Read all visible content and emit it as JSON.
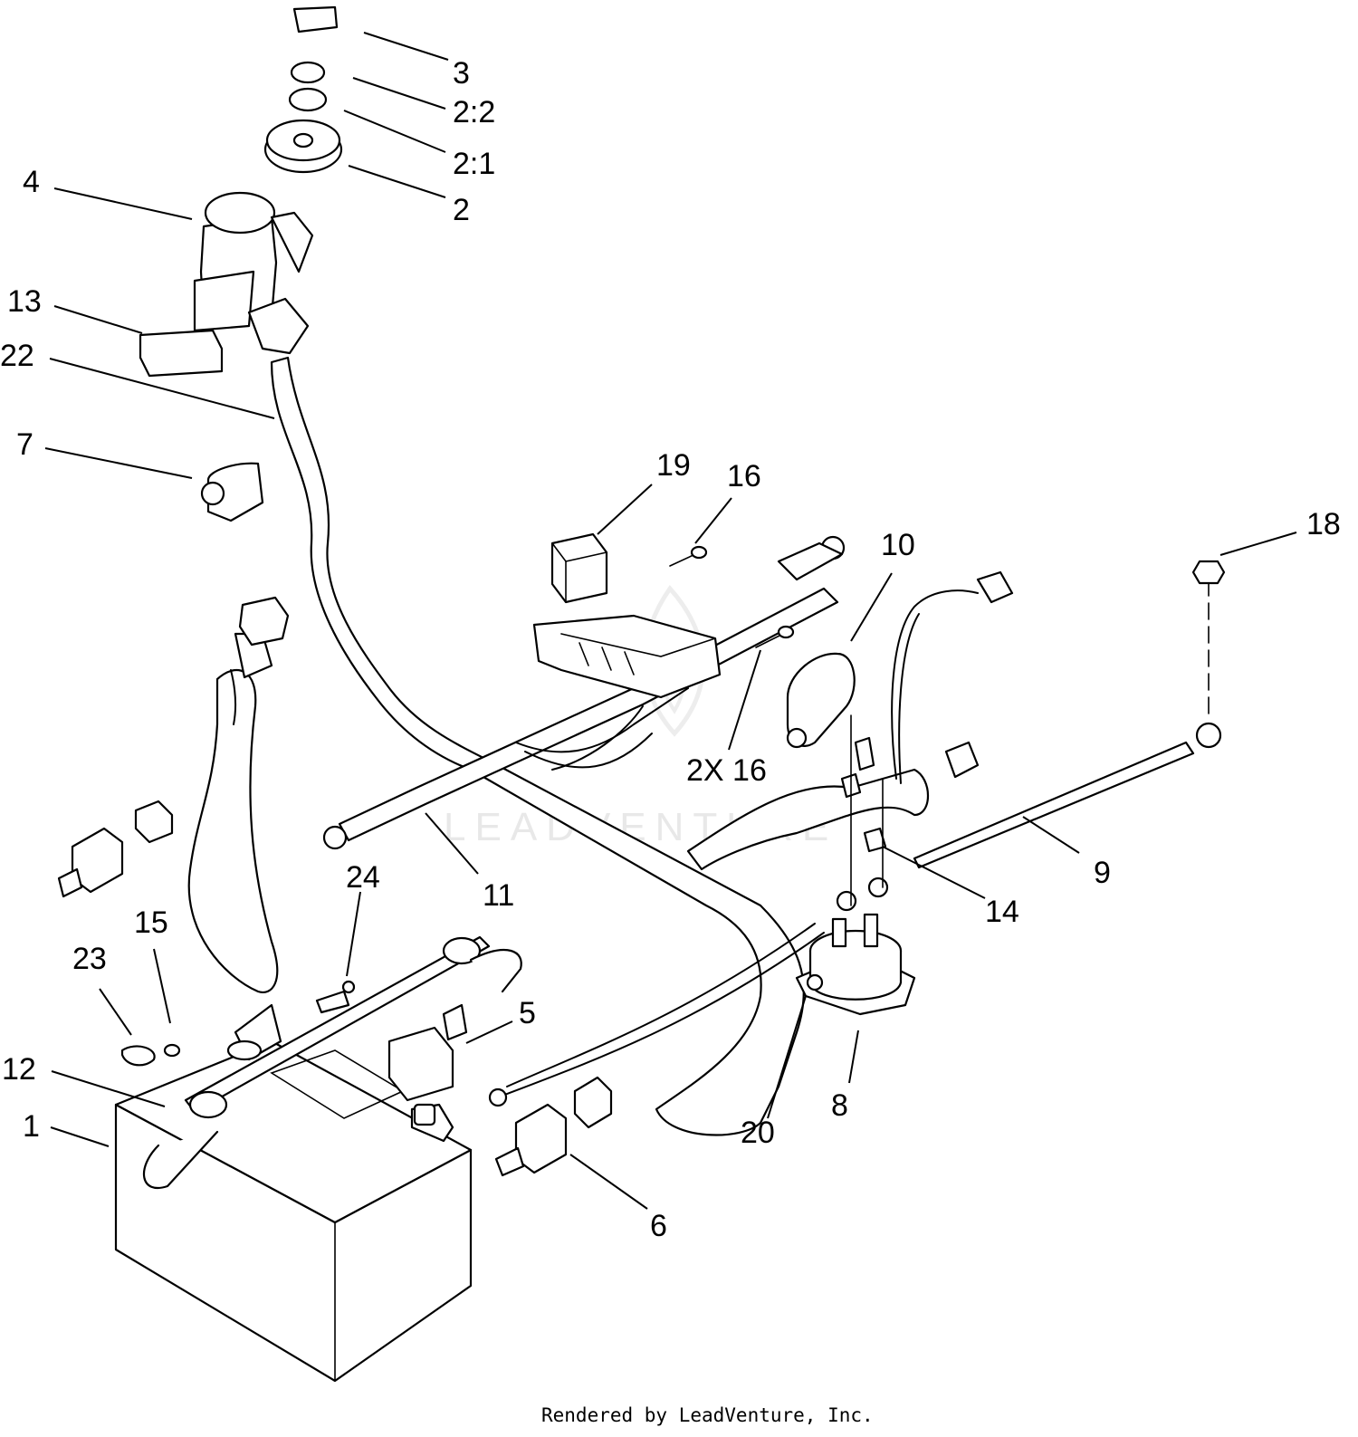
{
  "callouts": {
    "c1": "1",
    "c2": "2",
    "c2_1": "2:1",
    "c2_2": "2:2",
    "c3": "3",
    "c4": "4",
    "c5": "5",
    "c6": "6",
    "c7": "7",
    "c8": "8",
    "c9": "9",
    "c10": "10",
    "c11": "11",
    "c12": "12",
    "c13": "13",
    "c14": "14",
    "c15": "15",
    "c16": "16",
    "c2x16": "2X 16",
    "c18": "18",
    "c19": "19",
    "c20": "20",
    "c22": "22",
    "c23": "23",
    "c24": "24"
  },
  "watermark": "LEADVENTURE",
  "footer": "Rendered by LeadVenture, Inc."
}
